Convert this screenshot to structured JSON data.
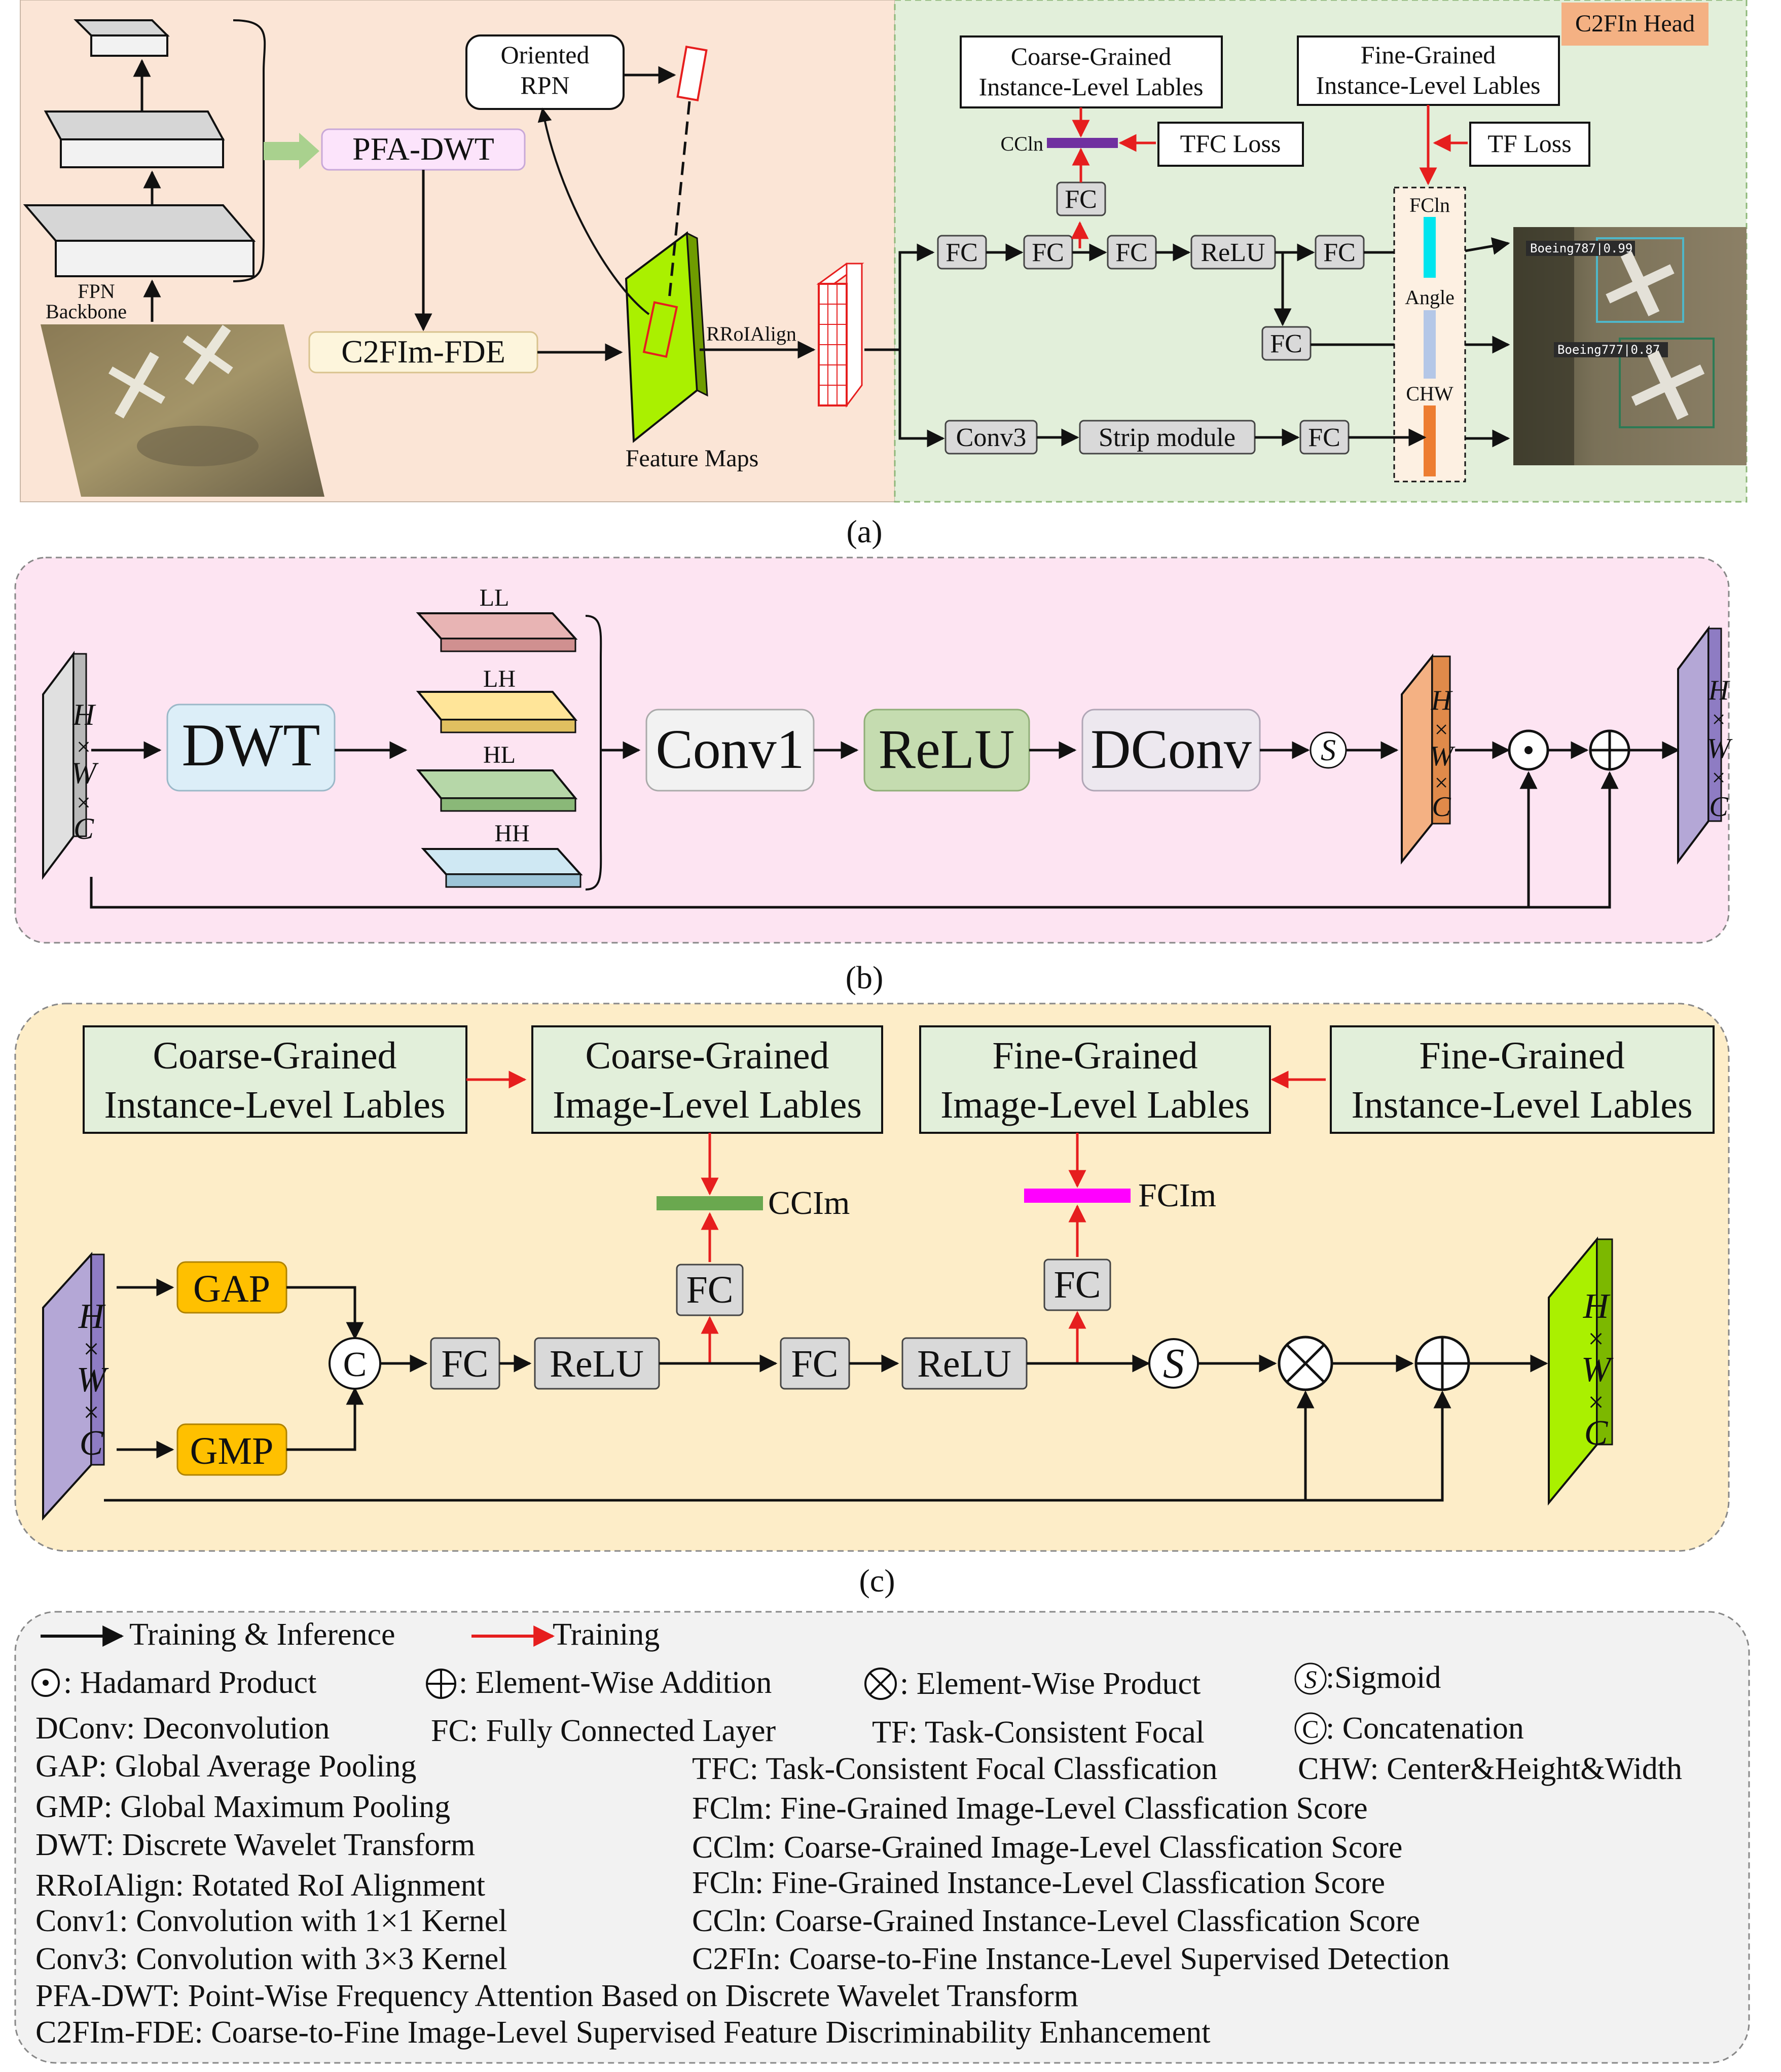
{
  "panel_a": {
    "caption": "(a)",
    "fpn_label_1": "FPN",
    "fpn_label_2": "Backbone",
    "pfa_dwt": "PFA-DWT",
    "c2fim_fde": "C2FIm-FDE",
    "oriented_rpn_1": "Oriented",
    "oriented_rpn_2": "RPN",
    "feature_maps": "Feature Maps",
    "rroialign": "RRoIAlign",
    "head_title": "C2FIn Head",
    "coarse_inst_1": "Coarse-Grained",
    "coarse_inst_2": "Instance-Level Lables",
    "fine_inst_1": "Fine-Grained",
    "fine_inst_2": "Instance-Level Lables",
    "ccin": "CCln",
    "tfc_loss": "TFC Loss",
    "tf_loss": "TF Loss",
    "fc": "FC",
    "relu": "ReLU",
    "conv3": "Conv3",
    "strip_module": "Strip module",
    "fcin": "FCln",
    "angle": "Angle",
    "chw": "CHW",
    "det_1": "Boeing787|0.99",
    "det_2": "Boeing777|0.87"
  },
  "panel_b": {
    "caption": "(b)",
    "in_h": "H",
    "times": "×",
    "in_w": "W",
    "in_c": "C",
    "dwt": "DWT",
    "ll": "LL",
    "lh": "LH",
    "hl": "HL",
    "hh": "HH",
    "conv1": "Conv1",
    "relu": "ReLU",
    "dconv": "DConv",
    "sigmoid_s": "S"
  },
  "panel_c": {
    "caption": "(c)",
    "box1_1": "Coarse-Grained",
    "box1_2": "Instance-Level Lables",
    "box2_1": "Coarse-Grained",
    "box2_2": "Image-Level Lables",
    "box3_1": "Fine-Grained",
    "box3_2": "Image-Level Lables",
    "box4_1": "Fine-Grained",
    "box4_2": "Instance-Level Lables",
    "ccim": "CCIm",
    "fcim": "FCIm",
    "fc": "FC",
    "gap": "GAP",
    "gmp": "GMP",
    "concat": "C",
    "relu": "ReLU",
    "sigmoid_s": "S",
    "h": "H",
    "w": "W",
    "c": "C",
    "times": "×"
  },
  "legend": {
    "train_infer": "Training & Inference",
    "training": "Training",
    "hadamard": ": Hadamard Product",
    "addition": ": Element-Wise Addition",
    "product": ": Element-Wise Product",
    "sigmoid": ":Sigmoid",
    "sigmoid_sym": "S",
    "concat_sym": "C",
    "concat": ": Concatenation",
    "dconv": "DConv: Deconvolution",
    "fc": "FC: Fully Connected Layer",
    "tf": "TF: Task-Consistent Focal",
    "gap": "GAP: Global Average Pooling",
    "tfc": "TFC: Task-Consistent Focal Classfication",
    "chw": "CHW: Center&Height&Width",
    "gmp": "GMP: Global Maximum Pooling",
    "fclm": "FClm: Fine-Grained Image-Level Classfication Score",
    "dwt": "DWT: Discrete Wavelet Transform",
    "cclm": "CClm: Coarse-Grained Image-Level Classfication Score",
    "rroialign": "RRoIAlign: Rotated RoI Alignment",
    "fcln": "FCln: Fine-Grained Instance-Level Classfication Score",
    "conv1": "Conv1: Convolution with 1×1 Kernel",
    "ccln": "CCln: Coarse-Grained Instance-Level Classfication Score",
    "conv3": "Conv3: Convolution with 3×3 Kernel",
    "c2fin": "C2FIn: Coarse-to-Fine Instance-Level Supervised Detection",
    "pfa_dwt": "PFA-DWT: Point-Wise Frequency Attention  Based on Discrete Wavelet Transform",
    "c2fim_fde": "C2FIm-FDE: Coarse-to-Fine Image-Level Supervised Feature Discriminability Enhancement"
  },
  "colors": {
    "panel_a_left_bg": "#fbe5d6",
    "panel_a_right_bg": "#e2efda",
    "panel_b_bg": "#fde4f2",
    "panel_c_bg": "#fdedc8",
    "legend_bg": "#f2f2f2",
    "red_arrow": "#e61e1e",
    "feature_green": "#aaf000",
    "ccin_purple": "#7030a0",
    "ccim_green": "#6aa84f",
    "fcim_magenta": "#ff00ff",
    "fcin_cyan": "#00e5ee",
    "angle_blue": "#b4c7e7",
    "chw_orange": "#ed7d31"
  }
}
